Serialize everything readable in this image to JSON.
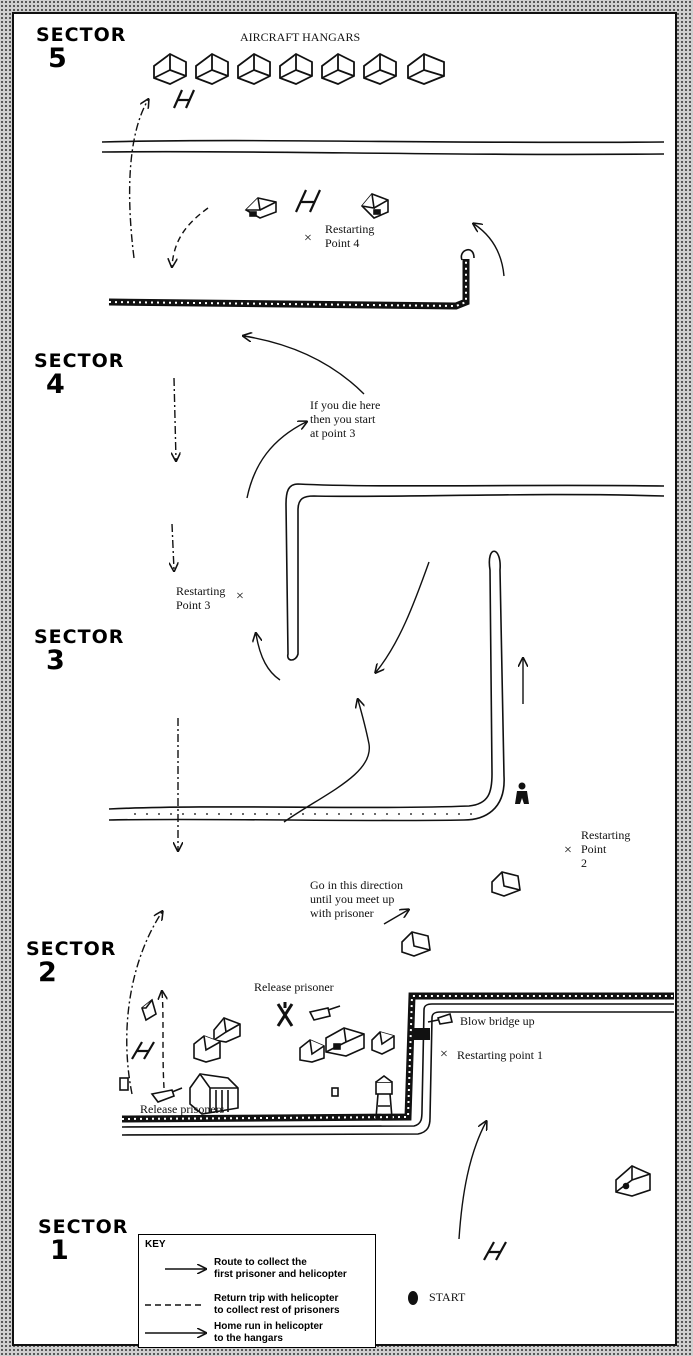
{
  "sectors": [
    {
      "word": "SECTOR",
      "number": "5"
    },
    {
      "word": "SECTOR",
      "number": "4"
    },
    {
      "word": "SECTOR",
      "number": "3"
    },
    {
      "word": "SECTOR",
      "number": "2"
    },
    {
      "word": "SECTOR",
      "number": "1"
    }
  ],
  "labels": {
    "aircraft_hangars": "AIRCRAFT HANGARS",
    "restart_4": "Restarting\nPoint 4",
    "die_here": "If you die here\nthen you start\nat point 3",
    "restart_3": "Restarting\nPoint 3",
    "restart_2": "Restarting\nPoint\n2",
    "go_direction": "Go in this direction\nuntil you meet up\nwith prisoner",
    "release_prisoner": "Release prisoner",
    "blow_bridge": "Blow bridge up",
    "restart_1": "Restarting point 1",
    "release_prisoners": "Release prisoners",
    "start": "START",
    "restart_mark": "×"
  },
  "key": {
    "title": "KEY",
    "items": [
      {
        "style": "solid",
        "text": "Route to collect the\nfirst prisoner and helicopter"
      },
      {
        "style": "dashed",
        "text": "Return trip with helicopter\nto collect rest of prisoners"
      },
      {
        "style": "solid",
        "text": "Home run in helicopter\nto the hangars"
      }
    ]
  },
  "icons": {
    "hangar": "hangar-icon",
    "helipad": "helipad-icon",
    "building": "building-icon",
    "soldier": "soldier-icon",
    "tank": "tank-icon",
    "tower": "watchtower-icon",
    "start": "start-marker-icon"
  }
}
